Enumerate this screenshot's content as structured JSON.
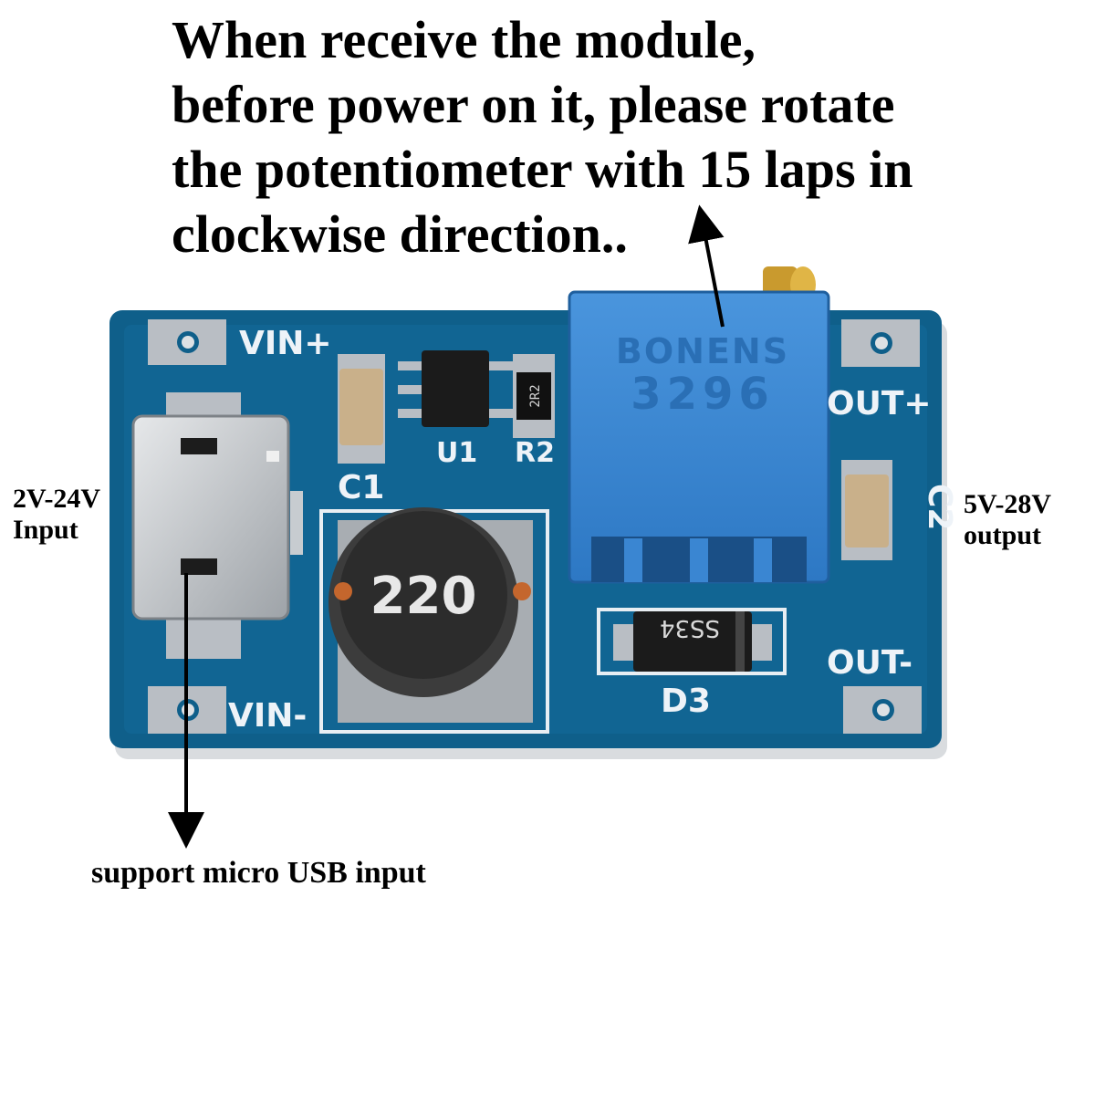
{
  "headline": {
    "lines": [
      "When receive the module,",
      "before power on it, please rotate",
      "the  potentiometer with 15 laps in",
      "clockwise direction.."
    ]
  },
  "labels": {
    "input_voltage": "2V-24V",
    "input_word": "Input",
    "output_voltage": "5V-28V",
    "output_word": "output",
    "usb_note": "support micro USB input"
  },
  "silkscreen": {
    "vin_plus": "VIN+",
    "vin_minus": "VIN-",
    "out_plus": "OUT+",
    "out_minus": "OUT-",
    "c1": "C1",
    "c2": "C2",
    "u1": "U1",
    "r2": "R2",
    "d3": "D3"
  },
  "components": {
    "inductor_marking": "220",
    "diode_marking": "SS34",
    "pot_brand": "BONENS",
    "pot_model": "3296",
    "resistor_marking": "2R2"
  },
  "colors": {
    "pcb": "#0f5f8a",
    "pot": "#3a86d2",
    "pad": "#b9bec4"
  }
}
